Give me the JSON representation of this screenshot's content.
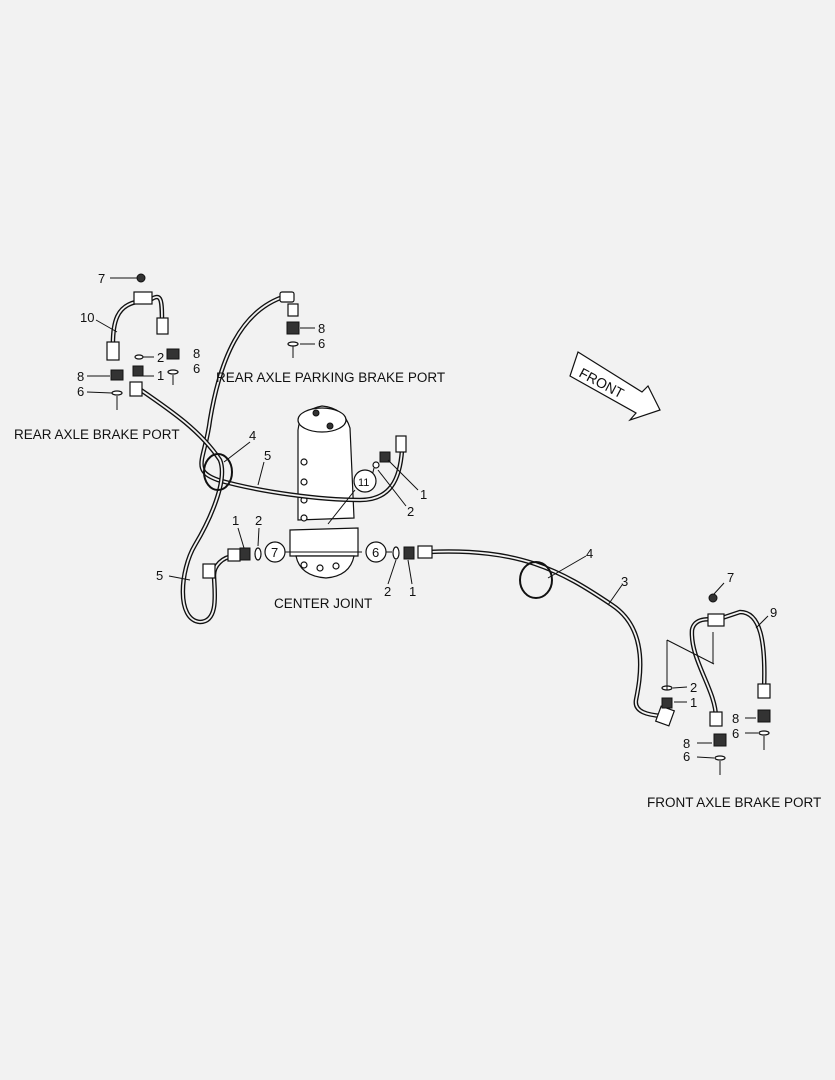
{
  "captions": {
    "rear_axle_parking_brake_port": "REAR AXLE PARKING BRAKE PORT",
    "rear_axle_brake_port": "REAR AXLE BRAKE PORT",
    "center_joint": "CENTER JOINT",
    "front_axle_brake_port": "FRONT AXLE BRAKE PORT",
    "front_arrow": "FRONT"
  },
  "callouts": {
    "c1": "1",
    "c2": "2",
    "c3": "3",
    "c4": "4",
    "c5": "5",
    "c6": "6",
    "c7": "7",
    "c8": "8",
    "c9": "9",
    "c10": "10",
    "c11": "11"
  }
}
